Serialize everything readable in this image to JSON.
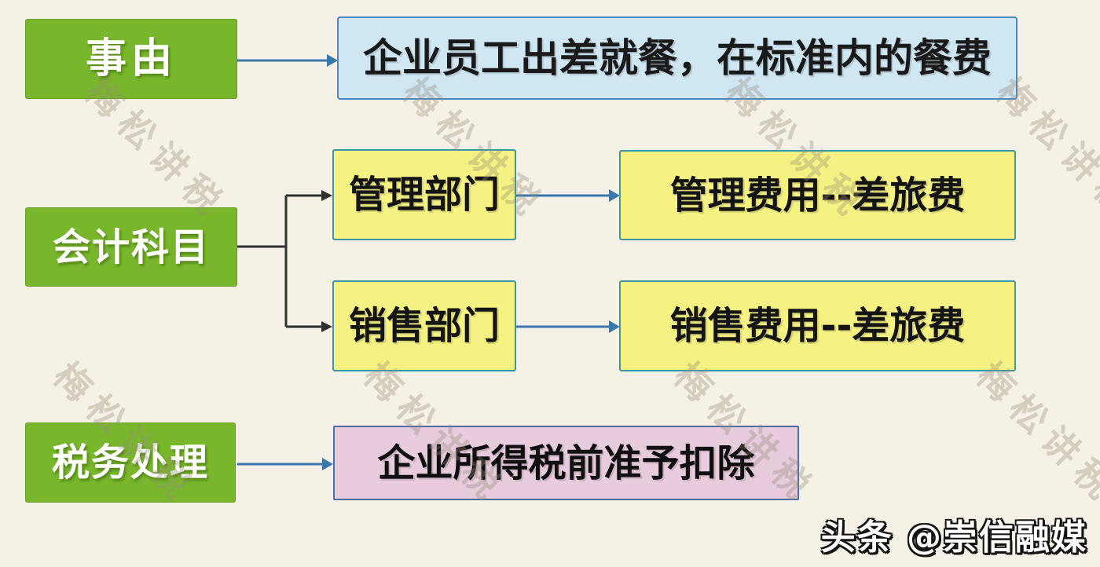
{
  "colors": {
    "background": "#f6f1e7",
    "green_box": "#78b72c",
    "blue_box_fill": "#cfe6f3",
    "blue_box_border": "#4e87c0",
    "yellow_box_fill": "#f5f183",
    "yellow_box_border": "#3e97a3",
    "pink_box_fill": "#e8cbdd",
    "pink_box_border": "#4a6fa5",
    "arrow_blue": "#3b76ad",
    "arrow_black": "#2f2f2f"
  },
  "nodes": {
    "reason_label": "事由",
    "reason_desc": "企业员工出差就餐，在标准内的餐费",
    "accounting_label": "会计科目",
    "mgmt_dept": "管理部门",
    "mgmt_expense": "管理费用--差旅费",
    "sales_dept": "销售部门",
    "sales_expense": "销售费用--差旅费",
    "tax_label": "税务处理",
    "tax_desc": "企业所得税前准予扣除"
  },
  "connectors": [
    {
      "from": "reason_label",
      "to": "reason_desc",
      "color": "blue"
    },
    {
      "from": "accounting_label",
      "to": "mgmt_dept",
      "color": "black"
    },
    {
      "from": "accounting_label",
      "to": "sales_dept",
      "color": "black"
    },
    {
      "from": "mgmt_dept",
      "to": "mgmt_expense",
      "color": "blue"
    },
    {
      "from": "sales_dept",
      "to": "sales_expense",
      "color": "blue"
    },
    {
      "from": "tax_label",
      "to": "tax_desc",
      "color": "blue"
    }
  ],
  "watermark": {
    "text": "梅松讲税"
  },
  "credit": {
    "text": "头条 @崇信融媒"
  }
}
